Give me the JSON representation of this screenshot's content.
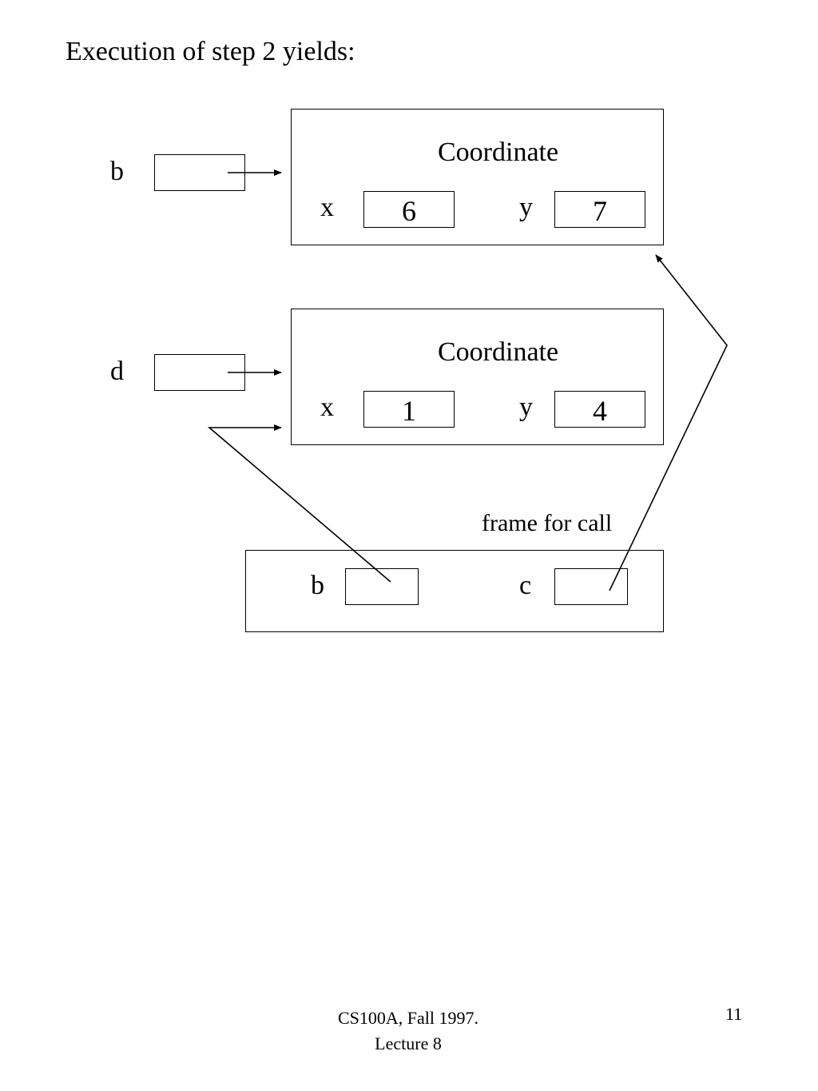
{
  "heading": "Execution of step 2 yields:",
  "variables": {
    "b": "b",
    "d": "d"
  },
  "objects": [
    {
      "class_name": "Coordinate",
      "fields": [
        {
          "label": "x",
          "value": "6"
        },
        {
          "label": "y",
          "value": "7"
        }
      ]
    },
    {
      "class_name": "Coordinate",
      "fields": [
        {
          "label": "x",
          "value": "1"
        },
        {
          "label": "y",
          "value": "4"
        }
      ]
    }
  ],
  "frame": {
    "title": "frame for call",
    "params": [
      {
        "label": "b"
      },
      {
        "label": "c"
      }
    ]
  },
  "footer": {
    "course": "CS100A, Fall 1997.",
    "lecture": "Lecture 8",
    "page_number": "11"
  }
}
